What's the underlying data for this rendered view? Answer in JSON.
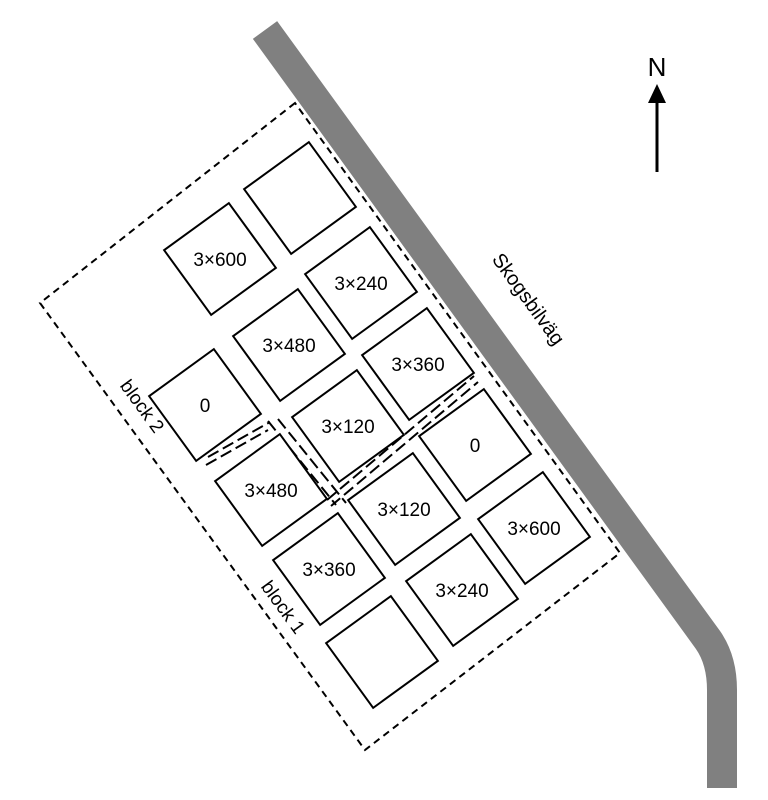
{
  "road": {
    "name": "Skogsbilväg",
    "color": "#808080"
  },
  "north": {
    "label": "N"
  },
  "blocks": [
    {
      "label": "block 1"
    },
    {
      "label": "block 2"
    }
  ],
  "plots": [
    {
      "id": "b2-r1-c1",
      "label": ""
    },
    {
      "id": "b2-r2-c1",
      "label": "3×600"
    },
    {
      "id": "b2-r2-c2",
      "label": "3×240"
    },
    {
      "id": "b2-r3-c1",
      "label": "3×480"
    },
    {
      "id": "b2-r3-c2",
      "label": "3×360"
    },
    {
      "id": "b2-r4-c1",
      "label": "0"
    },
    {
      "id": "b2-r4-c2",
      "label": "3×120"
    },
    {
      "id": "b1-r1-c1",
      "label": "0"
    },
    {
      "id": "b1-r1-c2",
      "label": "3×480"
    },
    {
      "id": "b1-r2-c1",
      "label": "3×120"
    },
    {
      "id": "b1-r2-c2",
      "label": "3×600"
    },
    {
      "id": "b1-r3-c1",
      "label": "3×360"
    },
    {
      "id": "b1-r3-c2",
      "label": "3×240"
    },
    {
      "id": "b1-r4-c1",
      "label": ""
    }
  ]
}
